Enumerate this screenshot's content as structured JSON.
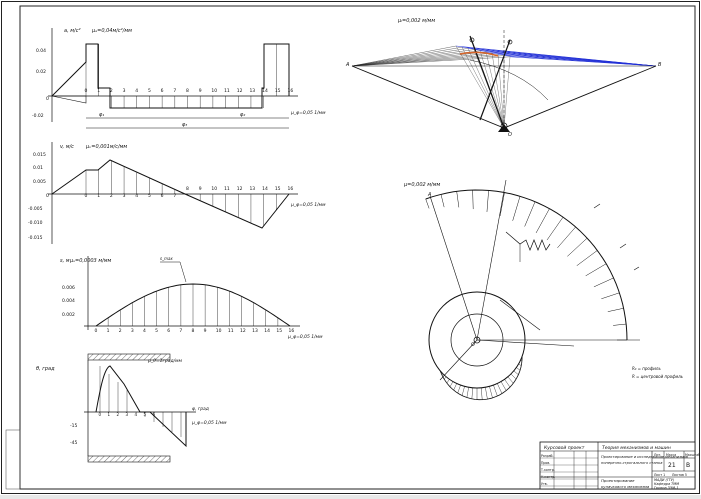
{
  "sheet": {
    "title": "Курсовой проект",
    "subject": "Теория механизмов и машин",
    "topic_lines": [
      "Проектирование и исследование механизмов",
      "поперечно-строгального станка"
    ],
    "bottom_lines": [
      "Проектирование",
      "кулачкового механизма"
    ],
    "lit": "Лит.",
    "mass": "Масса",
    "scale": "Масштаб",
    "sheet_num": "21",
    "format": "В",
    "sheets_lbl": "Лист 1",
    "sheets_total": "Листов 5",
    "org_lines": [
      "МАДИ (ГТУ)",
      "Кафедра ТММ",
      "Группа ЗЭМ-1"
    ],
    "role_rows": [
      "Разраб.",
      "Пров.",
      "Т.контр.",
      "Н.контр.",
      "Утв."
    ]
  },
  "graph1": {
    "ylabel": "a, м/с²",
    "scale": "μₐ=0,04м/с²/мм",
    "yticks": [
      "0.04",
      "0.02",
      "0",
      "-0.02"
    ],
    "phi_marks": [
      "0",
      "1",
      "2",
      "3",
      "4",
      "5",
      "6",
      "7",
      "8",
      "9",
      "10",
      "11",
      "12",
      "13",
      "14",
      "15",
      "16"
    ],
    "phi_labels": [
      "φ₁",
      "φ₂",
      "φ₃"
    ],
    "mu": "μ_φ=0,05 1/мм"
  },
  "graph2": {
    "ylabel": "v, м/с",
    "scale": "μᵥ=0,001м/с/мм",
    "yticks": [
      "0.015",
      "0.01",
      "0.005",
      "0",
      "-0.005",
      "-0.010",
      "-0.015"
    ],
    "mu": "μ_φ=0,05 1/мм"
  },
  "graph3": {
    "ylabel": "s, м",
    "scale": "μₛ=0,0003 м/мм",
    "yticks": [
      "0.006",
      "0.004",
      "0.002"
    ],
    "peak_label": "s_max",
    "mu": "μ_φ=0,05 1/мм"
  },
  "graph4": {
    "ylabel": "θ, град",
    "scale": "μ_θ=1град/мм",
    "yticks": [
      "-15",
      "-45"
    ],
    "phi_label": "φ, град",
    "mu": "μ_φ=0,05 1/мм"
  },
  "top_right": {
    "scale": "μₗ=0,002 м/мм",
    "label_a": "A",
    "label_b": "B",
    "point_o": "O"
  },
  "cam": {
    "scale": "μ=0,002 м/мм",
    "label_a": "A",
    "label_o": "O",
    "note_lines": [
      "R₀ = профиль",
      "R = центровой профиль"
    ]
  }
}
